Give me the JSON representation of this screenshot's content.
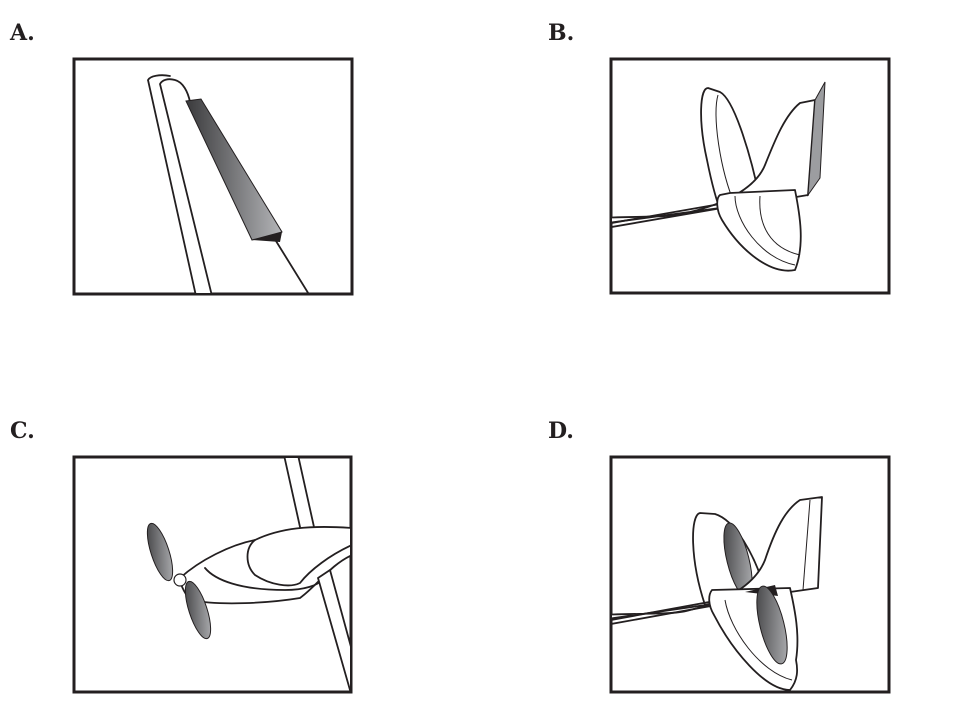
{
  "panels": [
    {
      "label": "A.",
      "part": "aileron"
    },
    {
      "label": "B.",
      "part": "rudder"
    },
    {
      "label": "C.",
      "part": "propeller"
    },
    {
      "label": "D.",
      "part": "elevator"
    }
  ],
  "colors": {
    "outline": "#231f20",
    "highlight_dark": "#3a3a3c",
    "highlight_light": "#b4b5b8"
  }
}
